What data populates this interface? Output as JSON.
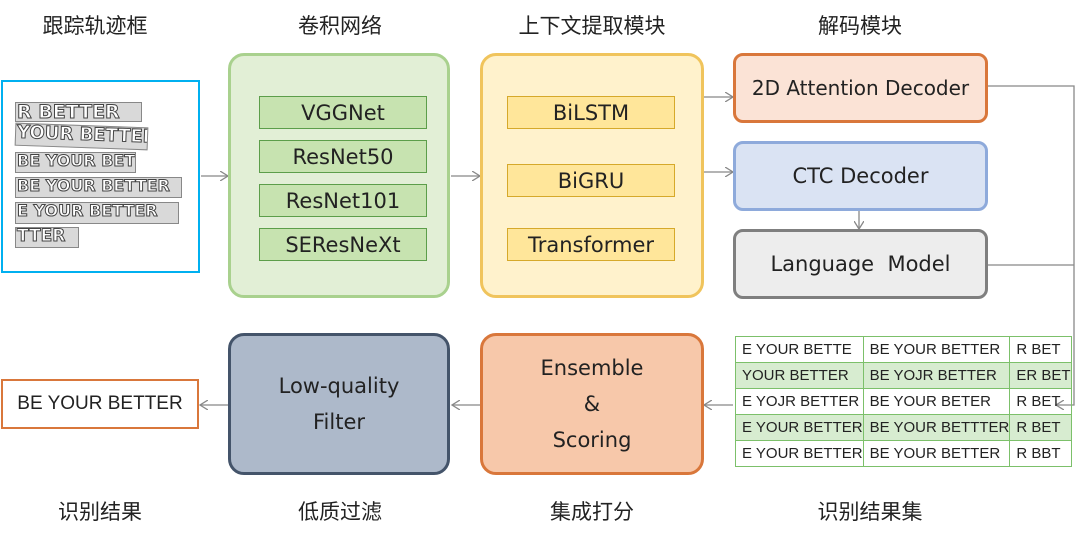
{
  "titles": {
    "track": "跟踪轨迹框",
    "cnn": "卷积网络",
    "context": "上下文提取模块",
    "decode": "解码模块",
    "result": "识别结果",
    "filter": "低质过滤",
    "ensemble": "集成打分",
    "result_set": "识别结果集"
  },
  "crops": [
    "R BETTER",
    "YOUR BETTER",
    "BE YOUR BET",
    "BE YOUR BETTER",
    "E YOUR BETTER",
    "TTER"
  ],
  "cnn_models": [
    "VGGNet",
    "ResNet50",
    "ResNet101",
    "SEResNeXt"
  ],
  "context_models": [
    "BiLSTM",
    "BiGRU",
    "Transformer"
  ],
  "decoders": {
    "attention": "2D Attention Decoder",
    "ctc": "CTC Decoder",
    "lm": "Language  Model"
  },
  "results_table": [
    [
      "E YOUR BETTE",
      "BE YOUR BETTER",
      "R BET"
    ],
    [
      "YOUR BETTER",
      "BE YOJR BETTER",
      "ER BET"
    ],
    [
      "E YOJR BETTER",
      "BE YOUR BETER",
      "R BET"
    ],
    [
      "E YOUR BETTER",
      "BE YOUR BETTTER",
      "R BET"
    ],
    [
      "E YOUR BETTER",
      "BE YOUR BETTER",
      "R BBT"
    ]
  ],
  "ensemble": {
    "line1": "Ensemble",
    "line2": "&",
    "line3": "Scoring"
  },
  "filter": {
    "line1": "Low-quality",
    "line2": "Filter"
  },
  "final_result": "BE YOUR BETTER",
  "colors": {
    "green_fill": "#e2efd6",
    "green_border": "#a9d18e",
    "yellow_fill": "#fff2cc",
    "yellow_border": "#f0c45c",
    "attention_fill": "#fbe3d6",
    "attention_border": "#d9773b",
    "ctc_fill": "#dae3f3",
    "ctc_border": "#8eaadb",
    "lm_fill": "#ededed",
    "lm_border": "#7f7f7f",
    "ensemble_fill": "#f7c8aa",
    "ensemble_border": "#d9773b",
    "filter_fill": "#adb9ca",
    "filter_border": "#44546a",
    "result_border": "#d9773b",
    "track_border": "#00b0f0"
  }
}
